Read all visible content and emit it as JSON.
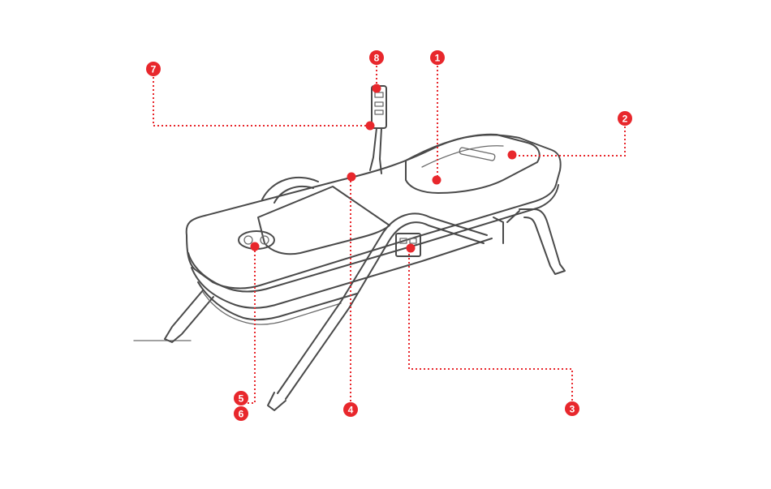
{
  "callouts": [
    {
      "id": "1",
      "label": "1"
    },
    {
      "id": "2",
      "label": "2"
    },
    {
      "id": "3",
      "label": "3"
    },
    {
      "id": "4",
      "label": "4"
    },
    {
      "id": "5",
      "label": "5"
    },
    {
      "id": "6",
      "label": "6"
    },
    {
      "id": "7",
      "label": "7"
    },
    {
      "id": "8",
      "label": "8"
    }
  ],
  "colors": {
    "accent": "#e8272c",
    "outline": "#4a4a4a",
    "background": "#ffffff"
  }
}
